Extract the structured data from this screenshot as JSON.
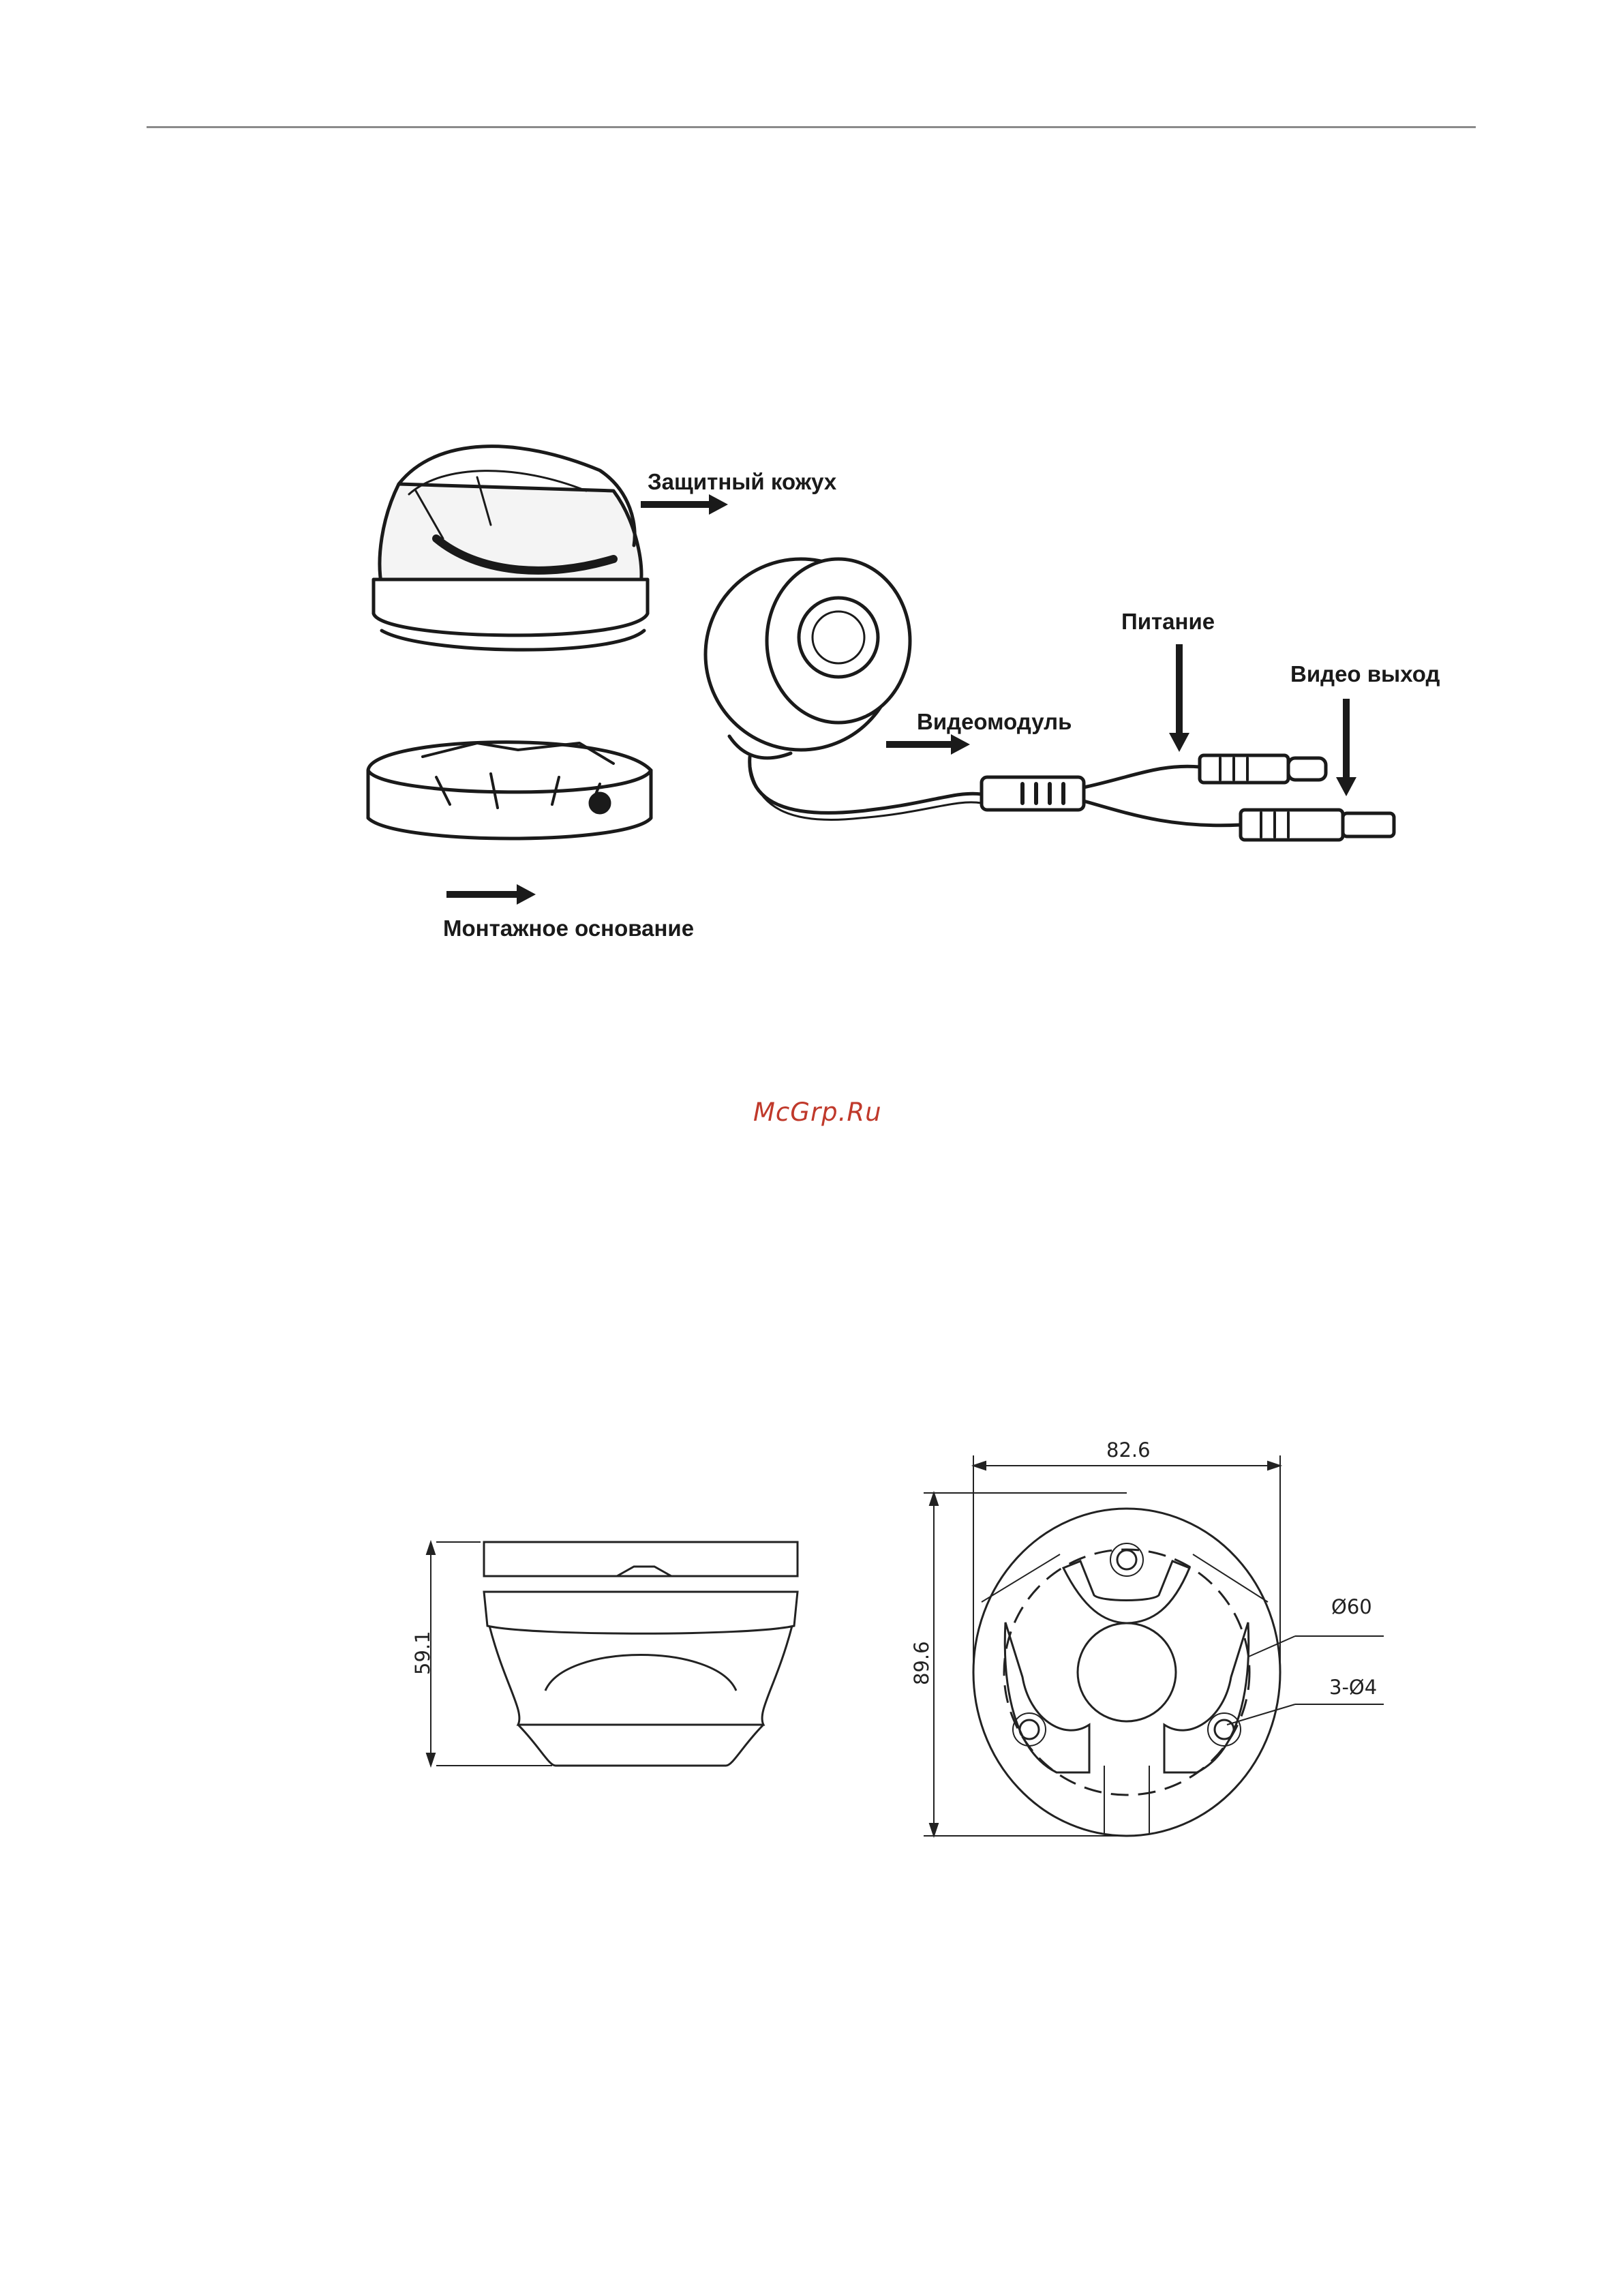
{
  "labels": {
    "protective_cover": "Защитный кожух",
    "video_module": "Видеомодуль",
    "power": "Питание",
    "video_out": "Видео выход",
    "mounting_base": "Монтажное основание"
  },
  "watermark": "McGrp.Ru",
  "dimensions": {
    "height": "59.1",
    "width": "82.6",
    "depth": "89.6",
    "circle": "Ø60",
    "holes": "3-Ø4"
  }
}
